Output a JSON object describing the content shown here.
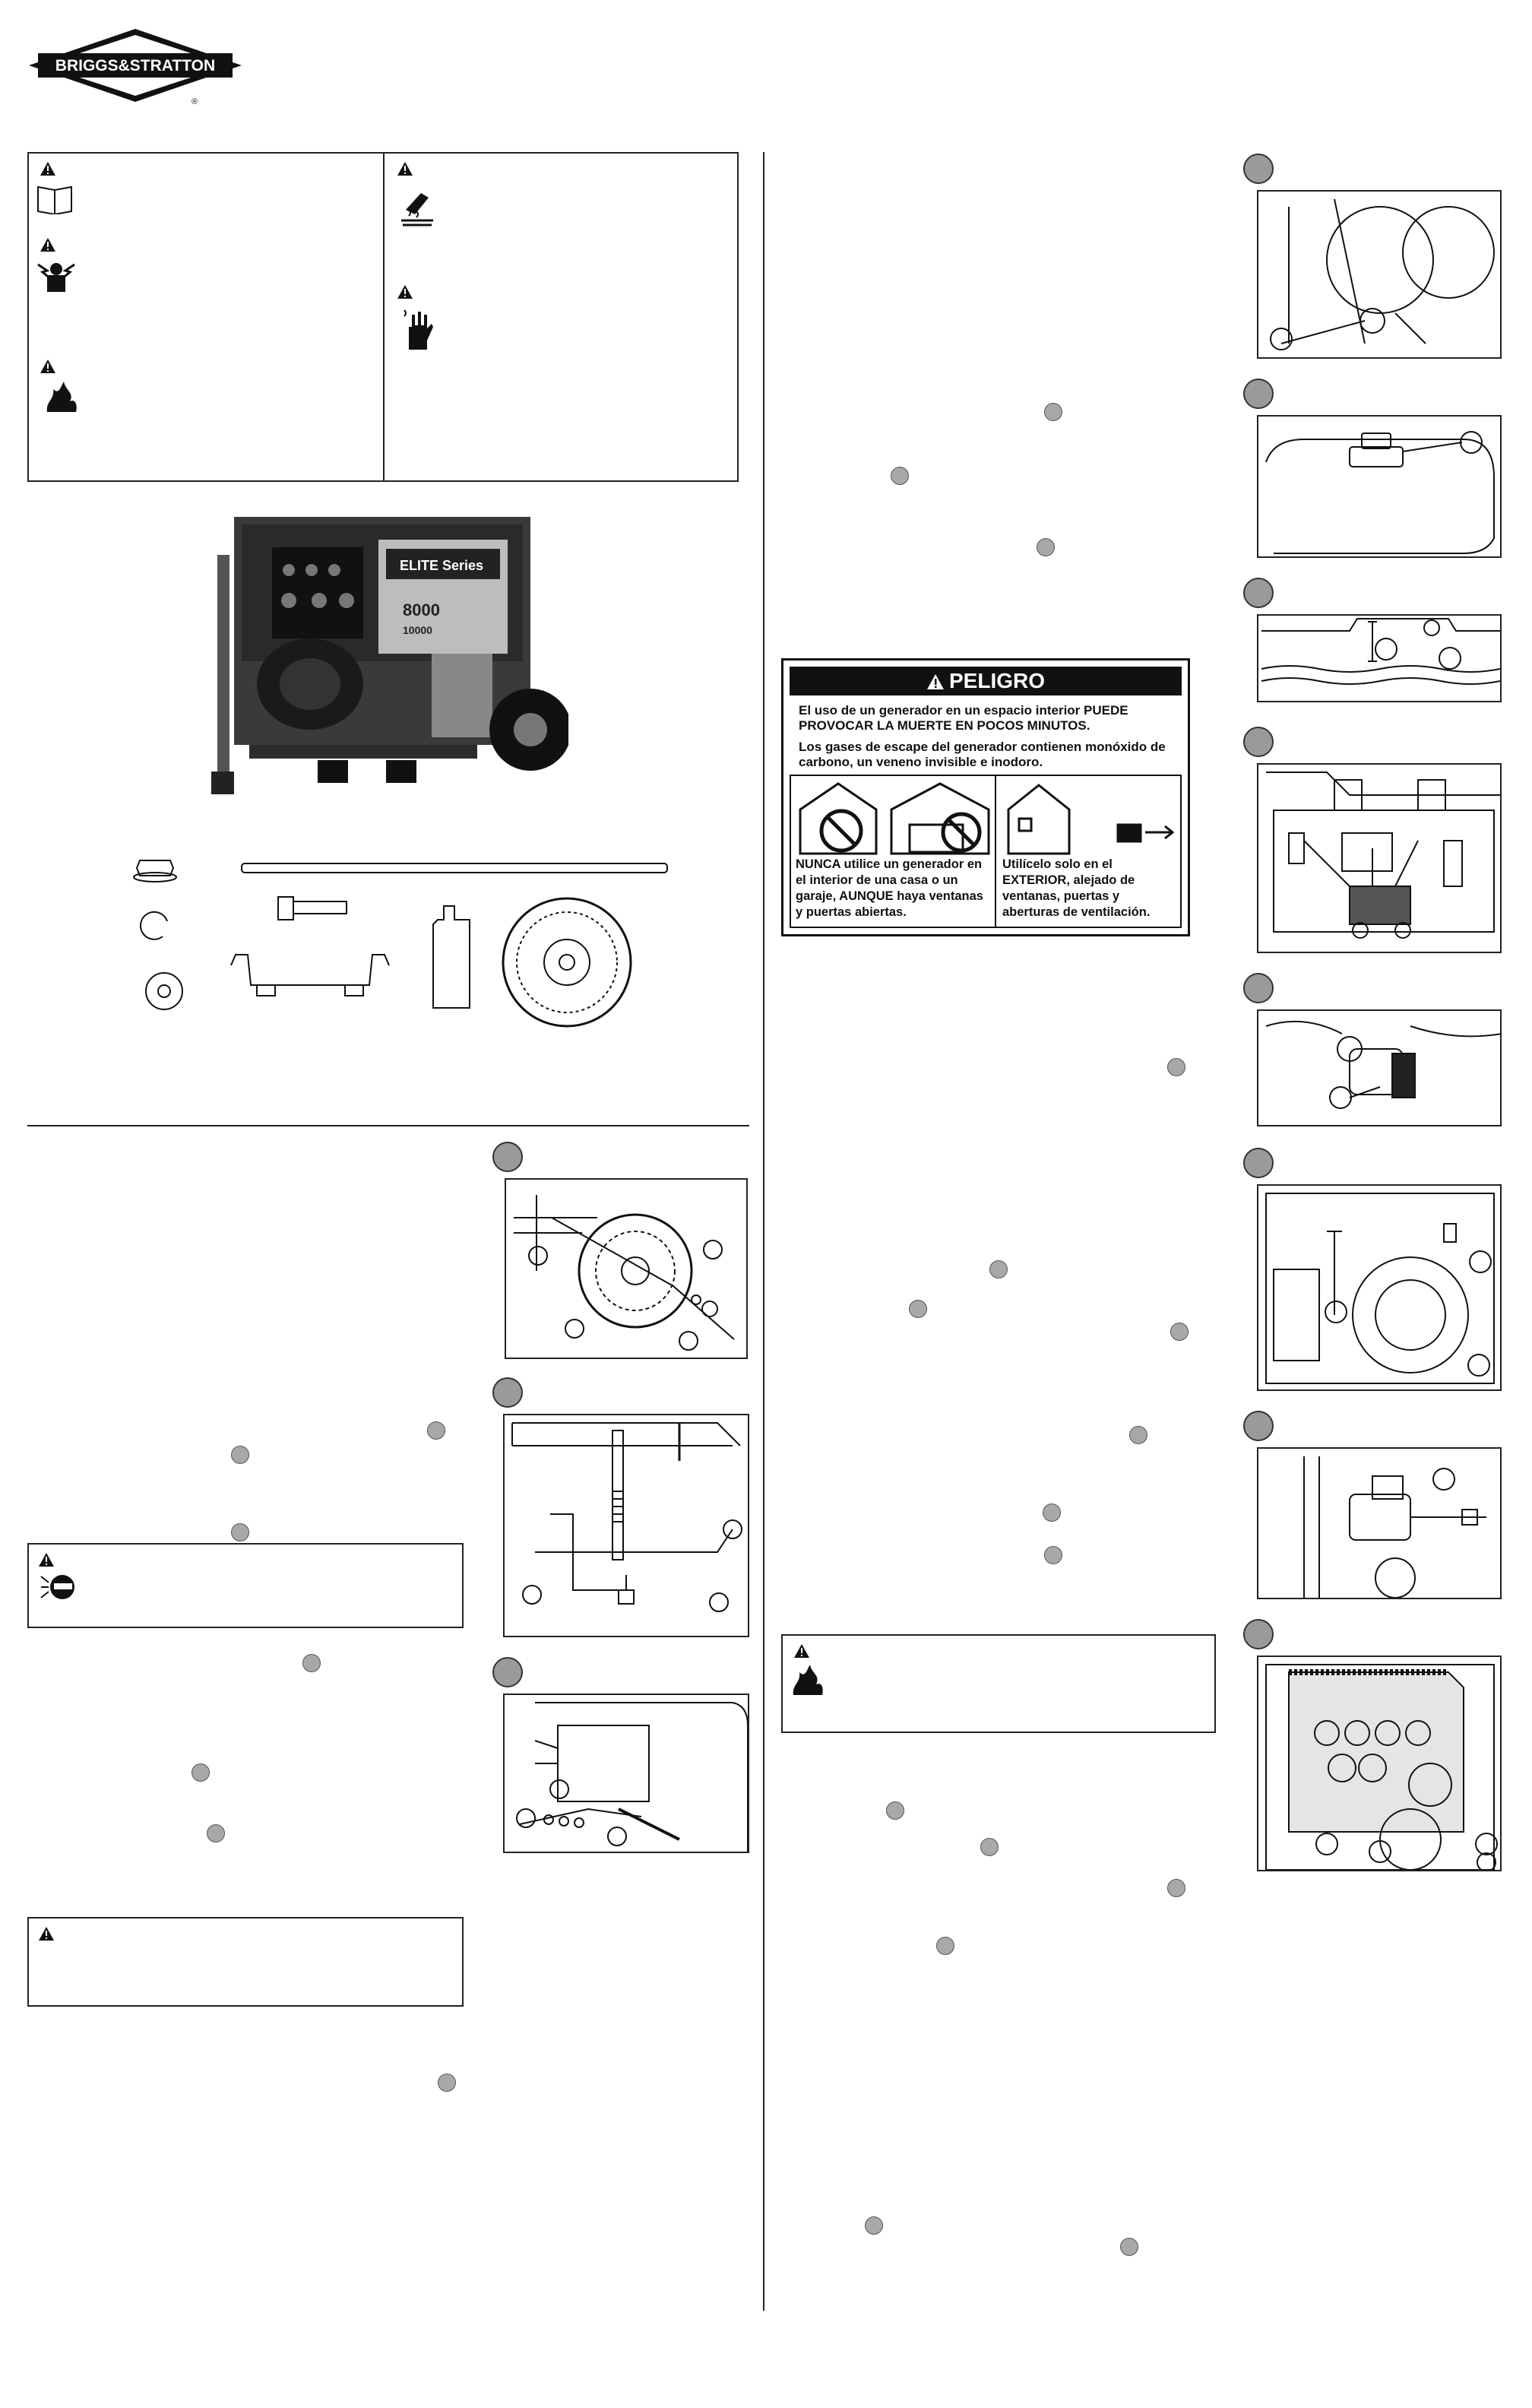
{
  "brand": {
    "logo_text": "BRIGGS&STRATTON",
    "registered_mark": "®"
  },
  "product_photo": {
    "badge_line1": "ELITE Series",
    "model_number": "8000",
    "surge_watts": "10000"
  },
  "danger_label": {
    "heading": "PELIGRO",
    "line1": "El uso de un generador en un espacio interior PUEDE PROVOCAR LA MUERTE EN POCOS MINUTOS.",
    "line2": "Los gases de escape del generador contienen monóxido de carbono, un veneno invisible e inodoro.",
    "left_panel": "NUNCA utilice un generador en el interior de una casa o un garaje, AUNQUE haya ventanas y puertas abiertas.",
    "right_panel": "Utilícelo solo en el EXTERIOR, alejado de ventanas, puertas y aberturas de ventilación."
  },
  "icons": {
    "warning": "warning-triangle-icon",
    "manual": "read-manual-icon",
    "shock": "electric-shock-icon",
    "fire": "fire-icon",
    "hot": "hot-surface-icon",
    "hand": "hand-hazard-icon",
    "goggles": "safety-goggles-icon"
  },
  "colors": {
    "ink": "#111111",
    "badge_gray": "#9a9a9a",
    "panel_bg": "#ffffff"
  }
}
